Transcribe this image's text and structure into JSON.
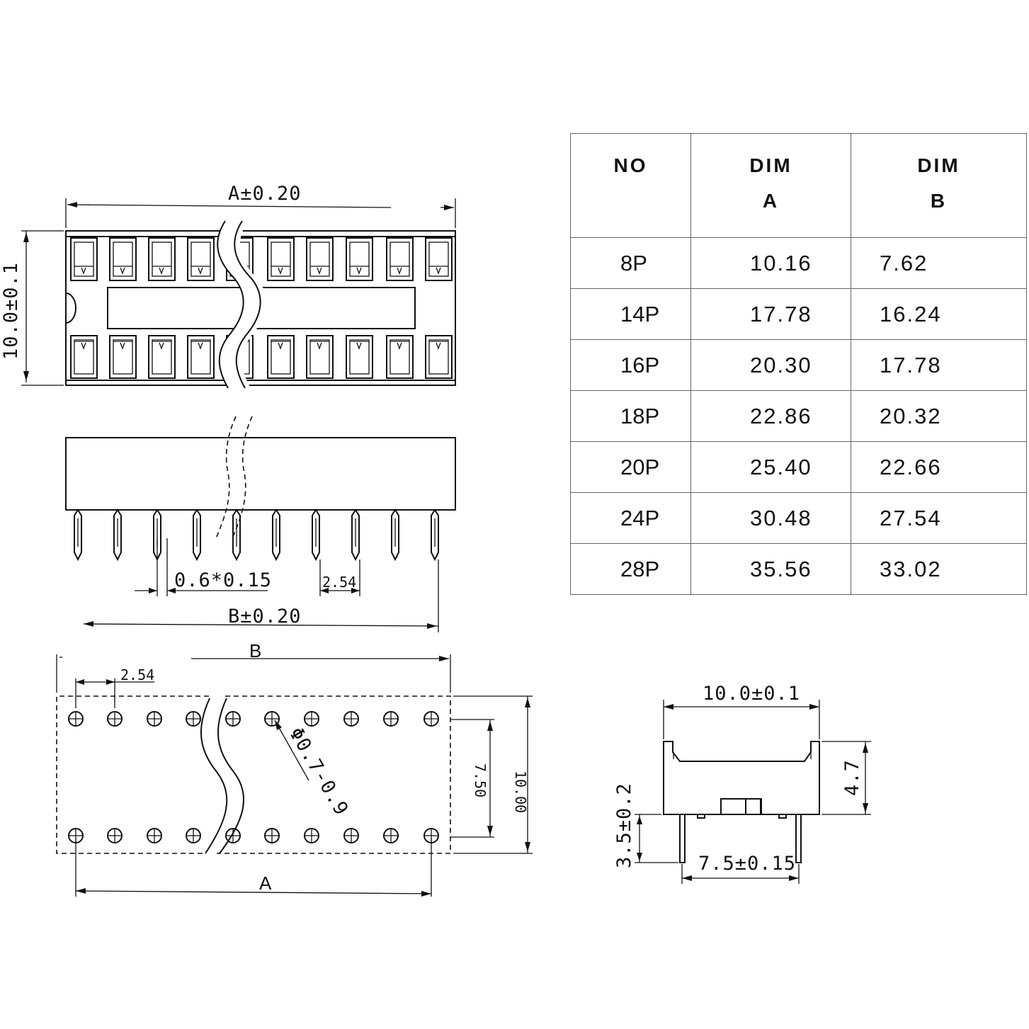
{
  "table": {
    "headers": {
      "no": "NO",
      "dim": "DIM",
      "a": "A",
      "b": "B"
    },
    "rows": [
      {
        "no": "8P",
        "a": "10.16",
        "b": "7.62"
      },
      {
        "no": "14P",
        "a": "17.78",
        "b": "16.24"
      },
      {
        "no": "16P",
        "a": "20.30",
        "b": "17.78"
      },
      {
        "no": "18P",
        "a": "22.86",
        "b": "20.32"
      },
      {
        "no": "20P",
        "a": "25.40",
        "b": "22.66"
      },
      {
        "no": "24P",
        "a": "30.48",
        "b": "27.54"
      },
      {
        "no": "28P",
        "a": "35.56",
        "b": "33.02"
      }
    ]
  },
  "top_view": {
    "dim_length": "A±0.20",
    "dim_width": "10.0±0.1"
  },
  "side_view": {
    "dim_pin": "0.6*0.15",
    "dim_pitch": "2.54",
    "dim_span": "B±0.20"
  },
  "pcb_layout": {
    "dim_b": "B",
    "dim_pitch": "2.54",
    "dim_hole": "Φ0.7-0.9",
    "dim_row_spacing": "7.50",
    "dim_width": "10.00",
    "dim_a": "A"
  },
  "end_view": {
    "dim_width": "10.0±0.1",
    "dim_height": "4.7",
    "dim_pin_length": "3.5±0.2",
    "dim_row_spacing": "7.5±0.15"
  }
}
